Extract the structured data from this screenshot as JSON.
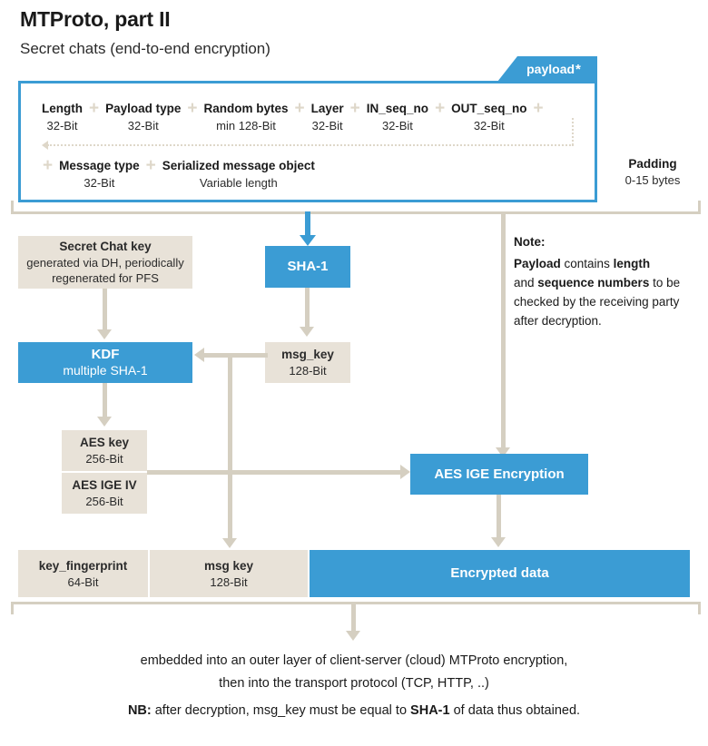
{
  "header": {
    "title": "MTProto, part II",
    "subtitle": "Secret chats (end-to-end encryption)"
  },
  "payload": {
    "tab_label": "payload",
    "tab_star": "*",
    "row1": [
      {
        "name": "Length",
        "sub": "32-Bit"
      },
      {
        "name": "Payload type",
        "sub": "32-Bit"
      },
      {
        "name": "Random bytes",
        "sub": "min 128-Bit"
      },
      {
        "name": "Layer",
        "sub": "32-Bit"
      },
      {
        "name": "IN_seq_no",
        "sub": "32-Bit"
      },
      {
        "name": "OUT_seq_no",
        "sub": "32-Bit"
      }
    ],
    "row2": [
      {
        "name": "Message type",
        "sub": "32-Bit"
      },
      {
        "name": "Serialized message object",
        "sub": "Variable length"
      }
    ],
    "plus": "+"
  },
  "padding": {
    "name": "Padding",
    "sub": "0-15 bytes"
  },
  "nodes": {
    "secret_chat_key": {
      "name": "Secret Chat key",
      "sub": "generated via DH, periodically\nregenerated for PFS"
    },
    "sha1": {
      "name": "SHA-1",
      "sub": ""
    },
    "kdf": {
      "name": "KDF",
      "sub": "multiple SHA-1"
    },
    "msg_key": {
      "name": "msg_key",
      "sub": "128-Bit"
    },
    "aes_key": {
      "name": "AES key",
      "sub": "256-Bit"
    },
    "aes_ige_iv": {
      "name": "AES IGE IV",
      "sub": "256-Bit"
    },
    "aes_ige_encryption": {
      "name": "AES IGE Encryption",
      "sub": ""
    },
    "key_fingerprint": {
      "name": "key_fingerprint",
      "sub": "64-Bit"
    },
    "msg_key_out": {
      "name": "msg key",
      "sub": "128-Bit"
    },
    "encrypted_data": {
      "name": "Encrypted data",
      "sub": ""
    }
  },
  "note": {
    "heading": "Note:",
    "line1_a": "Payload",
    "line1_b": " contains ",
    "line1_c": "length",
    "line2_a": "and ",
    "line2_b": "sequence numbers",
    "line2_c": " to be",
    "line3": "checked by the receiving party",
    "line4": "after decryption."
  },
  "captions": {
    "line1": "embedded into an outer layer of client-server (cloud) MTProto encryption,",
    "line2": "then into the transport protocol (TCP, HTTP, ..)",
    "nb_label": "NB:",
    "nb_text_a": " after decryption, msg_key must be equal to ",
    "nb_bold": "SHA-1",
    "nb_text_b": " of data thus obtained."
  },
  "colors": {
    "blue": "#3b9cd4",
    "beige_box": "#e8e2d8",
    "connector": "#d5cfc1",
    "plus": "#ded7c9"
  }
}
